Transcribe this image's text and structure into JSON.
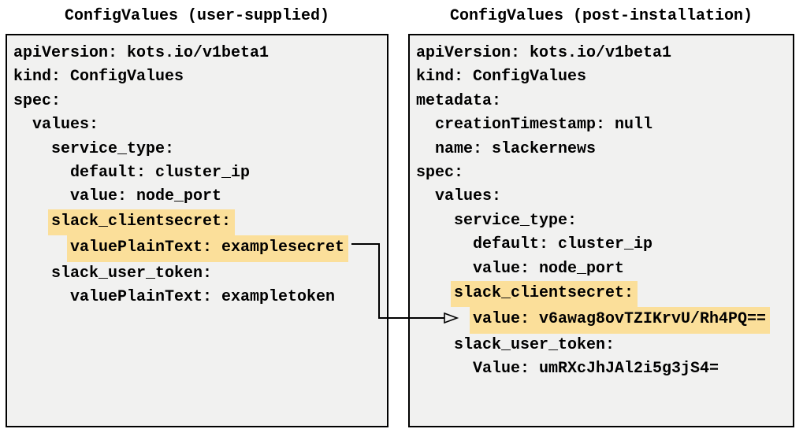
{
  "left_panel": {
    "title": "ConfigValues (user-supplied)",
    "lines": [
      {
        "text": "apiVersion: kots.io/v1beta1",
        "indent": 0,
        "highlight": false
      },
      {
        "text": "kind: ConfigValues",
        "indent": 0,
        "highlight": false
      },
      {
        "text": "spec:",
        "indent": 0,
        "highlight": false
      },
      {
        "text": "values:",
        "indent": 2,
        "highlight": false
      },
      {
        "text": "service_type:",
        "indent": 4,
        "highlight": false
      },
      {
        "text": "default: cluster_ip",
        "indent": 6,
        "highlight": false
      },
      {
        "text": "value: node_port",
        "indent": 6,
        "highlight": false
      },
      {
        "text": "slack_clientsecret:",
        "indent": 4,
        "highlight": true
      },
      {
        "text": "valuePlainText: examplesecret",
        "indent": 6,
        "highlight": true
      },
      {
        "text": "slack_user_token:",
        "indent": 4,
        "highlight": false
      },
      {
        "text": "valuePlainText: exampletoken",
        "indent": 6,
        "highlight": false
      }
    ]
  },
  "right_panel": {
    "title": "ConfigValues (post-installation)",
    "lines": [
      {
        "text": "apiVersion: kots.io/v1beta1",
        "indent": 0,
        "highlight": false
      },
      {
        "text": "kind: ConfigValues",
        "indent": 0,
        "highlight": false
      },
      {
        "text": "metadata:",
        "indent": 0,
        "highlight": false
      },
      {
        "text": "creationTimestamp: null",
        "indent": 2,
        "highlight": false
      },
      {
        "text": "name: slackernews",
        "indent": 2,
        "highlight": false
      },
      {
        "text": "spec:",
        "indent": 0,
        "highlight": false
      },
      {
        "text": "values:",
        "indent": 2,
        "highlight": false
      },
      {
        "text": "service_type:",
        "indent": 4,
        "highlight": false
      },
      {
        "text": "default: cluster_ip",
        "indent": 6,
        "highlight": false
      },
      {
        "text": "value: node_port",
        "indent": 6,
        "highlight": false
      },
      {
        "text": "slack_clientsecret:",
        "indent": 4,
        "highlight": true
      },
      {
        "text": "value: v6awag8ovTZIKrvU/Rh4PQ==",
        "indent": 6,
        "highlight": true
      },
      {
        "text": "slack_user_token:",
        "indent": 4,
        "highlight": false
      },
      {
        "text": "Value: umRXcJhJAl2i5g3jS4=",
        "indent": 6,
        "highlight": false
      }
    ]
  },
  "colors": {
    "highlight": "#fbdf9a",
    "panel_background": "#f1f1f0",
    "border": "#000000",
    "arrow": "#000000",
    "text": "#000000"
  }
}
